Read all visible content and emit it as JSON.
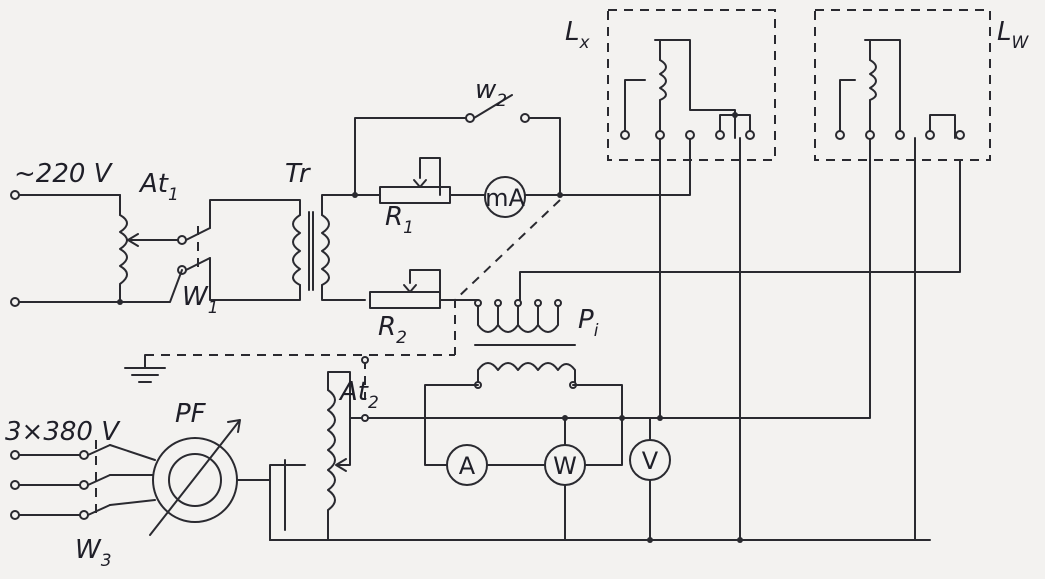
{
  "diagram": {
    "colors": {
      "ink": "#2a2a30",
      "paper": "#f3f2f0"
    },
    "labels": {
      "supply_220": "~220 V",
      "at1": {
        "main": "At",
        "sub": "1"
      },
      "tr": "Tr",
      "w1": {
        "main": "W",
        "sub": "1"
      },
      "w2": {
        "main": "w",
        "sub": "2"
      },
      "r1": {
        "main": "R",
        "sub": "1"
      },
      "r2": {
        "main": "R",
        "sub": "2"
      },
      "pi": {
        "main": "P",
        "sub": "i"
      },
      "lx": {
        "main": "L",
        "sub": "x"
      },
      "lw": {
        "main": "L",
        "sub": "W"
      },
      "at2": {
        "main": "At",
        "sub": "2"
      },
      "pf": "PF",
      "supply_380": "3×380 V",
      "w3": {
        "main": "W",
        "sub": "3"
      }
    },
    "meters": {
      "ma": "mA",
      "ammeter": "A",
      "wattmeter": "W",
      "voltmeter": "V"
    }
  }
}
